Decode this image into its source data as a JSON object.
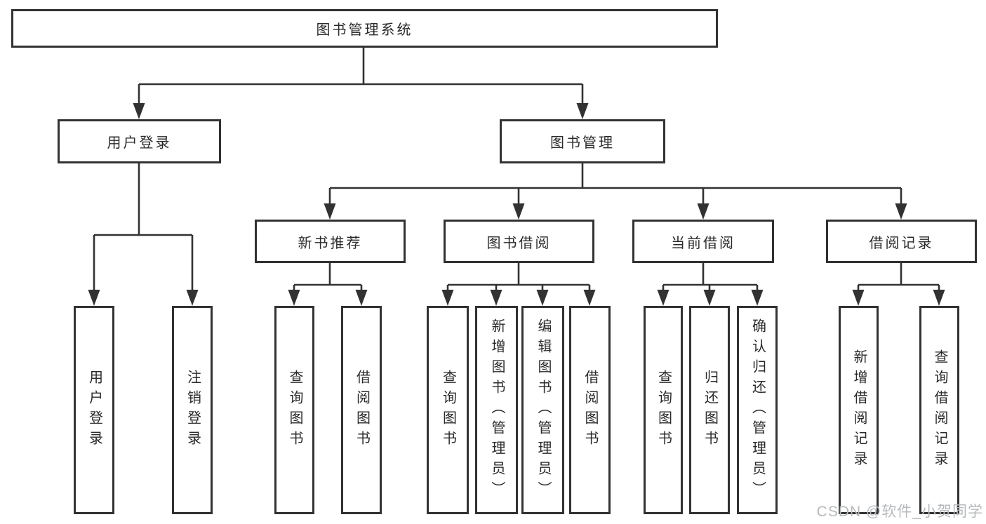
{
  "diagram": {
    "root": {
      "label": "图书管理系统"
    },
    "level1": [
      {
        "label": "用户登录",
        "children": [
          {
            "label": "用户登录"
          },
          {
            "label": "注销登录"
          }
        ]
      },
      {
        "label": "图书管理",
        "children": [
          {
            "label": "新书推荐",
            "children": [
              {
                "label": "查询图书"
              },
              {
                "label": "借阅图书"
              }
            ]
          },
          {
            "label": "图书借阅",
            "children": [
              {
                "label": "查询图书"
              },
              {
                "label": "新增图书（管理员）"
              },
              {
                "label": "编辑图书（管理员）"
              },
              {
                "label": "借阅图书"
              }
            ]
          },
          {
            "label": "当前借阅",
            "children": [
              {
                "label": "查询图书"
              },
              {
                "label": "归还图书"
              },
              {
                "label": "确认归还（管理员）"
              }
            ]
          },
          {
            "label": "借阅记录",
            "children": [
              {
                "label": "新增借阅记录"
              },
              {
                "label": "查询借阅记录"
              }
            ]
          }
        ]
      }
    ]
  },
  "watermark": "CSDN @软件_小贺同学",
  "colors": {
    "line": "#323232",
    "text": "#2a2a2a",
    "watermark": "#b6b9bc",
    "background": "#ffffff"
  }
}
